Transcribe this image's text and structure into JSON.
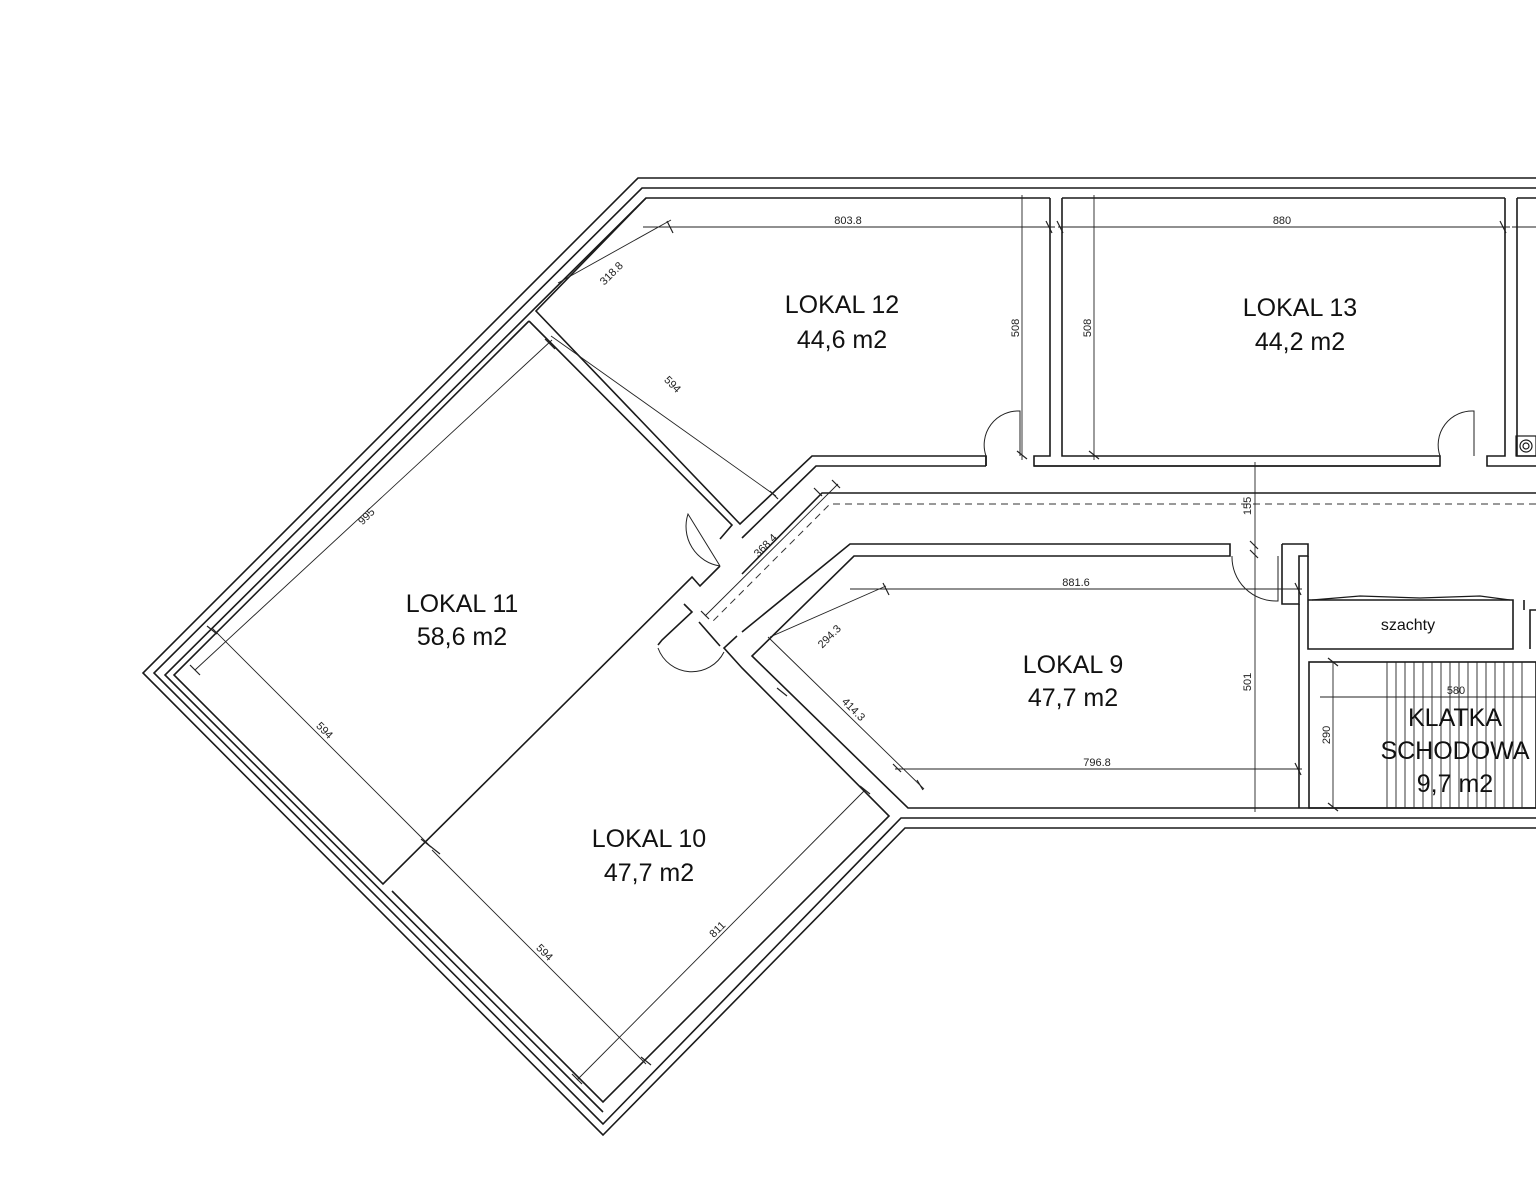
{
  "rooms": {
    "lokal12": {
      "name": "LOKAL 12",
      "area": "44,6 m2"
    },
    "lokal13": {
      "name": "LOKAL 13",
      "area": "44,2 m2"
    },
    "lokal11": {
      "name": "LOKAL 11",
      "area": "58,6 m2"
    },
    "lokal10": {
      "name": "LOKAL 10",
      "area": "47,7 m2"
    },
    "lokal9": {
      "name": "LOKAL 9",
      "area": "47,7 m2"
    },
    "klatka": {
      "name_line1": "KLATKA",
      "name_line2": "SCHODOWA",
      "area": "9,7 m2"
    },
    "szachty": {
      "name": "szachty"
    }
  },
  "dimensions": {
    "d8038": "803.8",
    "d880": "880",
    "d3188": "318.8",
    "d594a": "594",
    "d508a": "508",
    "d508b": "508",
    "d995": "995",
    "d3684": "368.4",
    "d155": "155",
    "d8816": "881.6",
    "d2943": "294.3",
    "d4143": "414.3",
    "d7968": "796.8",
    "d501": "501",
    "d580": "580",
    "d290": "290",
    "d594b": "594",
    "d594c": "594",
    "d811": "811"
  }
}
